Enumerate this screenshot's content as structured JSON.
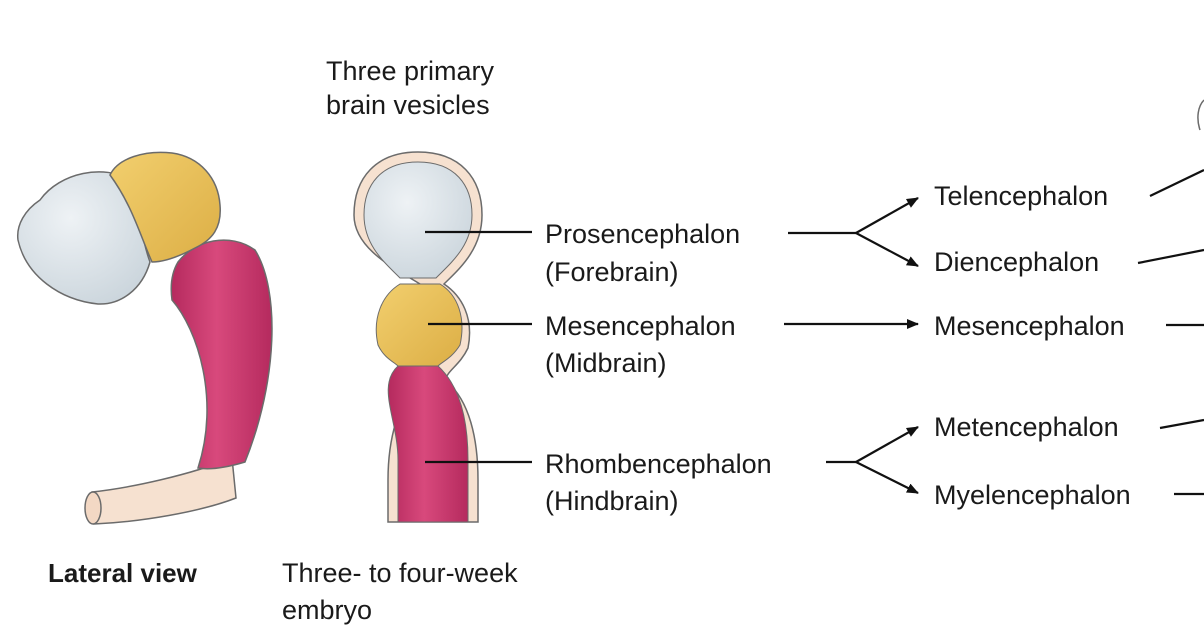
{
  "header": {
    "primary_vesicles_line1": "Three primary",
    "primary_vesicles_line2": "brain vesicles"
  },
  "footer": {
    "lateral_view": "Lateral view",
    "embryo_age_line1": "Three- to four-week",
    "embryo_age_line2": "embryo"
  },
  "primary": {
    "prosencephalon": "Prosencephalon",
    "forebrain": "(Forebrain)",
    "mesencephalon": "Mesencephalon",
    "midbrain": "(Midbrain)",
    "rhombencephalon": "Rhombencephalon",
    "hindbrain": "(Hindbrain)"
  },
  "secondary": {
    "telencephalon": "Telencephalon",
    "diencephalon": "Diencephalon",
    "mesencephalon": "Mesencephalon",
    "metencephalon": "Metencephalon",
    "myelencephalon": "Myelencephalon"
  },
  "colors": {
    "forebrain": "#dfe5ea",
    "midbrain": "#e9c25c",
    "hindbrain": "#c8356a",
    "spinal_cord": "#f6e1d0",
    "outline": "#6b6b6b"
  }
}
